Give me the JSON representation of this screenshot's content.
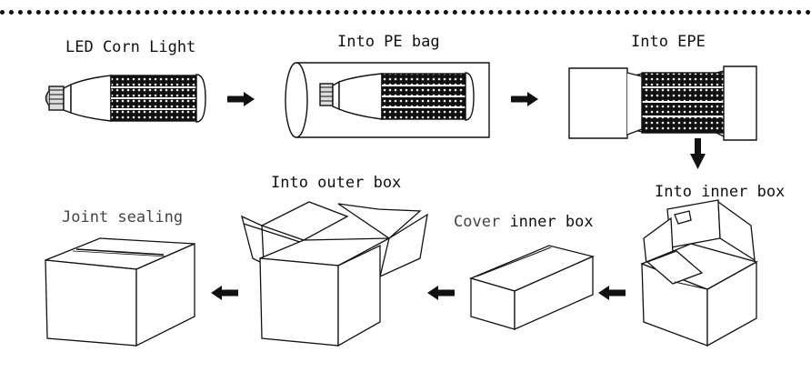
{
  "steps": {
    "led_corn_light": "LED Corn Light",
    "into_pe_bag": "Into PE bag",
    "into_epe": "Into EPE",
    "into_inner_box": "Into inner box",
    "cover_inner_box_prefix": "Cover",
    "cover_inner_box_suffix": "inner box",
    "into_outer_box": "Into outer box",
    "joint_sealing": "Joint sealing"
  },
  "colors": {
    "line": "#111111",
    "background": "#ffffff"
  }
}
